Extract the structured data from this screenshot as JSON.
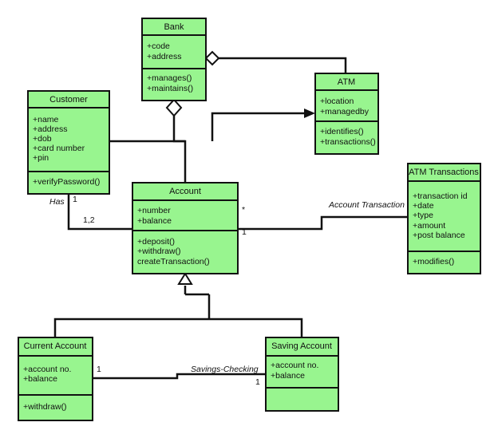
{
  "classes": {
    "bank": {
      "name": "Bank",
      "attributes": [
        "+code",
        "+address"
      ],
      "methods": [
        "+manages()",
        "+maintains()"
      ]
    },
    "atm": {
      "name": "ATM",
      "attributes": [
        "+location",
        "+managedby"
      ],
      "methods": [
        "+identifies()",
        "+transactions()"
      ]
    },
    "customer": {
      "name": "Customer",
      "attributes": [
        "+name",
        "+address",
        "+dob",
        "+card number",
        "+pin"
      ],
      "methods": [
        "+verifyPassword()"
      ]
    },
    "account": {
      "name": "Account",
      "attributes": [
        "+number",
        "+balance"
      ],
      "methods": [
        "+deposit()",
        "+withdraw()",
        "createTransaction()"
      ]
    },
    "atm_transactions": {
      "name": "ATM Transactions",
      "attributes": [
        "+transaction id",
        "+date",
        "+type",
        "+amount",
        "+post balance"
      ],
      "methods": [
        "+modifies()"
      ]
    },
    "current_account": {
      "name": "Current Account",
      "attributes": [
        "+account no.",
        "+balance"
      ],
      "methods": [
        "+withdraw()"
      ]
    },
    "saving_account": {
      "name": "Saving Account",
      "attributes": [
        "+account no.",
        "+balance"
      ],
      "methods": []
    }
  },
  "relations": {
    "has": {
      "label": "Has",
      "mult_customer": "1",
      "mult_account": "1,2"
    },
    "account_transaction": {
      "label": "Account Transaction",
      "mult_account": "*",
      "mult_transactions": "1"
    },
    "savings_checking": {
      "label": "Savings-Checking",
      "mult_current": "1",
      "mult_saving": "1"
    }
  },
  "colors": {
    "class_fill": "#98f58f",
    "line": "#111111"
  }
}
